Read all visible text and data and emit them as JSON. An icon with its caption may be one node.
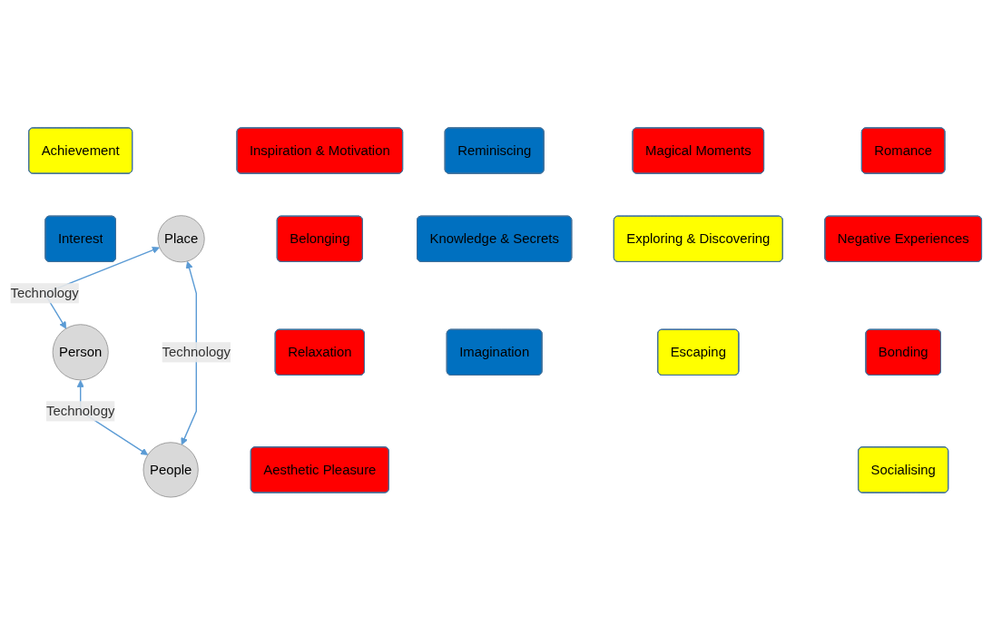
{
  "diagram": {
    "nodes": [
      {
        "text": [
          "Achievement"
        ]
      },
      {
        "text": [
          "Interest"
        ]
      },
      {
        "text": [
          "Person"
        ]
      },
      {
        "text": [
          "Inspiration & Motivation"
        ]
      },
      {
        "text": [
          "Reminiscing"
        ]
      },
      {
        "text": [
          "Romance"
        ]
      },
      {
        "text": [
          "Negative Experiences"
        ]
      },
      {
        "text": [
          "Belonging"
        ]
      },
      {
        "text": [
          "Knowledge & Secrets"
        ]
      },
      {
        "text": [
          "Bonding"
        ]
      },
      {
        "text": [
          "Relaxation"
        ]
      },
      {
        "text": [
          "Imagination"
        ]
      },
      {
        "text": [
          "Magical Moments"
        ]
      },
      {
        "text": [
          "Socialising"
        ]
      },
      {
        "text": [
          "Exploring & Discovering"
        ]
      },
      {
        "text": [
          "Escaping"
        ]
      },
      {
        "text": [
          "Aesthetic Pleasure"
        ]
      },
      {
        "text": [
          "Place"
        ]
      },
      {
        "text": [
          "People"
        ]
      }
    ],
    "edges": [
      {
        "from": 17,
        "to": 2,
        "arrow": "both",
        "label": "Technology"
      },
      {
        "from": 2,
        "to": 18,
        "arrow": "both",
        "label": "Technology"
      },
      {
        "from": 17,
        "to": 18,
        "arrow": "both",
        "label": "Technology"
      }
    ]
  }
}
